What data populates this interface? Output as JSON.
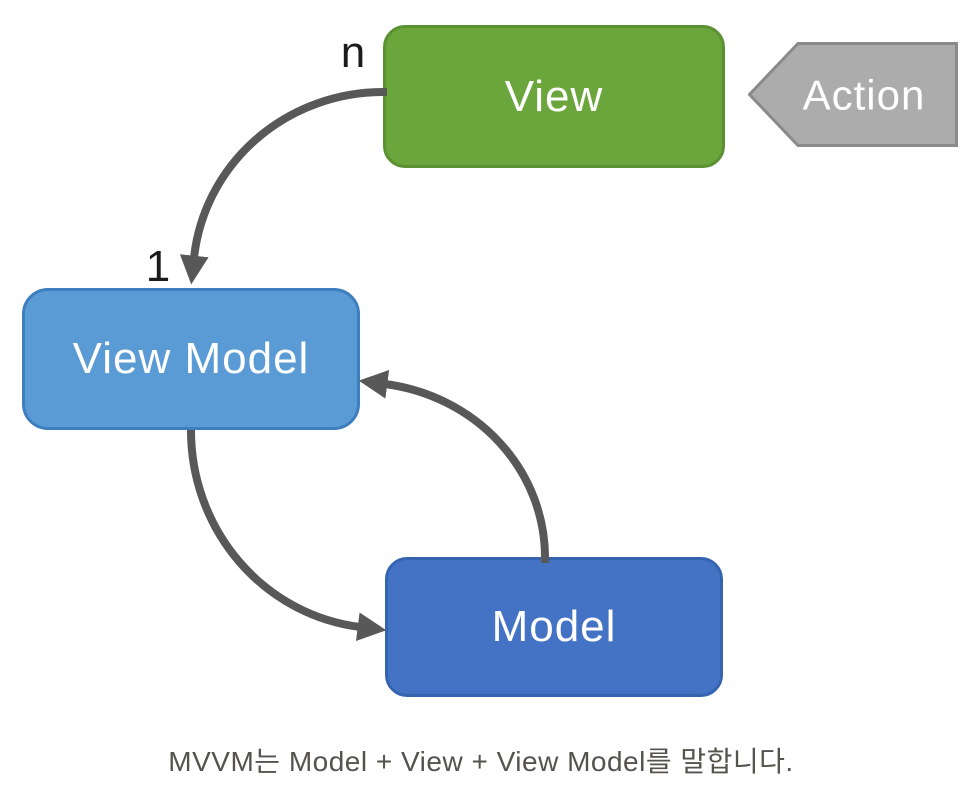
{
  "diagram": {
    "nodes": {
      "view": {
        "label": "View",
        "fill": "#6BA63D",
        "border": "#5B9133",
        "text_color": "#FFFFFF"
      },
      "view_model": {
        "label": "View Model",
        "fill": "#5B9BD5",
        "border": "#3D7EBE",
        "text_color": "#FFFFFF"
      },
      "model": {
        "label": "Model",
        "fill": "#4472C4",
        "border": "#3564B0",
        "text_color": "#FFFFFF"
      },
      "action": {
        "label": "Action",
        "fill": "#ACACAC",
        "border": "#8A8A8A",
        "text_color": "#FFFFFF"
      }
    },
    "edges": [
      {
        "from": "view",
        "to": "view_model",
        "source_label": "n",
        "target_label": "1"
      },
      {
        "from": "view_model",
        "to": "model"
      },
      {
        "from": "model",
        "to": "view_model"
      }
    ],
    "arrow_color": "#585858",
    "multiplicity_color": "#1B1B1B",
    "caption": "MVVM는 Model + View + View Model를 말합니다.",
    "caption_color": "#56524D",
    "background": "#FFFFFF"
  }
}
